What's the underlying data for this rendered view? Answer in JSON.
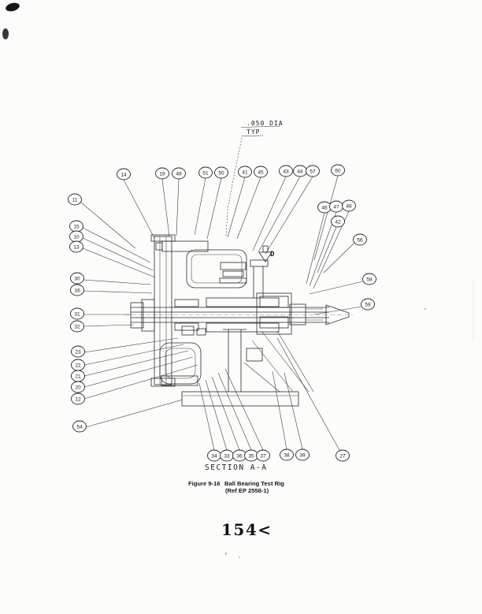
{
  "page": {
    "number_text": "154<"
  },
  "figure": {
    "dim_note_line1": ".050 DIA",
    "dim_note_line2": "TYP",
    "detail_letter": "D",
    "section_label": "SECTION A-A",
    "caption_figure": "Figure 9-16",
    "caption_title": "Ball Bearing Test Rig",
    "caption_ref": "(Ref EP 2558-1)"
  },
  "callouts": [
    "14",
    "19",
    "49",
    "51",
    "50",
    "41",
    "45",
    "43",
    "44",
    "57",
    "60",
    "46",
    "47",
    "48",
    "42",
    "56",
    "58",
    "59",
    "11",
    "15",
    "10",
    "13",
    "30",
    "16",
    "31",
    "32",
    "23",
    "22",
    "21",
    "20",
    "12",
    "54",
    "34",
    "33",
    "36",
    "35",
    "37",
    "38",
    "39",
    "27"
  ]
}
